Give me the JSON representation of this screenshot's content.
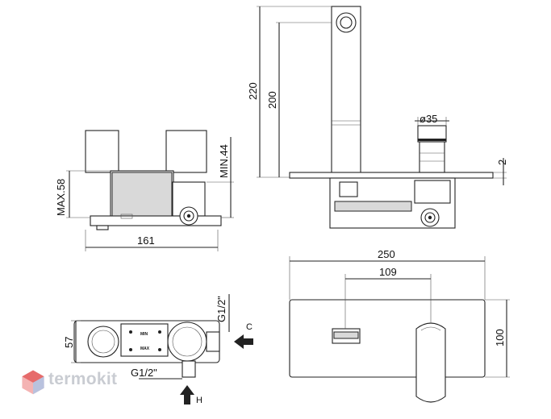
{
  "dimensions": {
    "max58": "MAX.58",
    "min44": "MIN.44",
    "w161": "161",
    "h220": "220",
    "h200": "200",
    "d35": "ø35",
    "t2": "2",
    "w250": "250",
    "w109": "109",
    "h100": "100",
    "d57": "57"
  },
  "ports": {
    "g12_side": "G1/2\"",
    "g12_bottom": "G1/2\"",
    "cold": "C",
    "hot": "H"
  },
  "labels": {
    "min": "MIN",
    "max": "MAX"
  },
  "watermark": {
    "text": "termokit"
  }
}
